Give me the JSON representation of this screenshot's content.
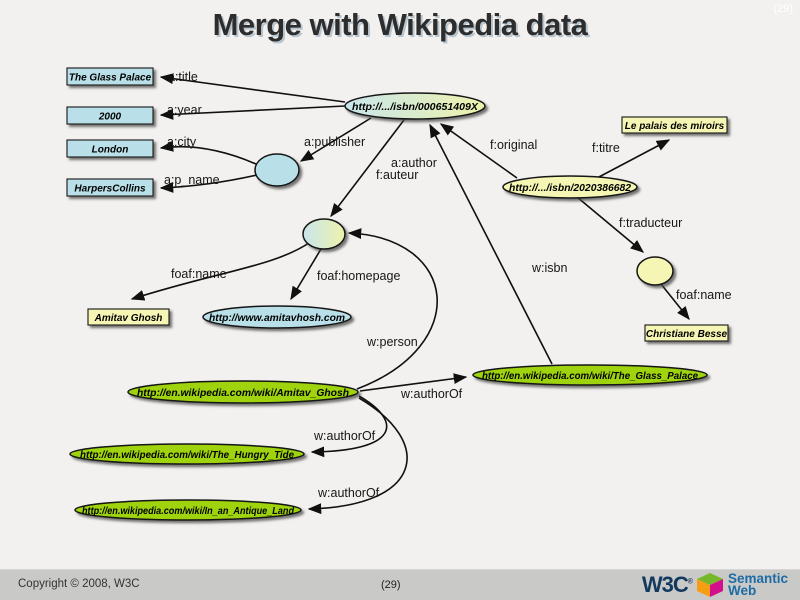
{
  "slide": {
    "title": "Merge with Wikipedia data",
    "corner_page_number": "(29)"
  },
  "footer": {
    "copyright": "Copyright © 2008, W3C",
    "page_number": "(29)",
    "logo": {
      "w3c": "W3C",
      "reg": "®",
      "semantic": "Semantic",
      "web": "Web"
    }
  },
  "graph": {
    "nodes": {
      "glass_palace": {
        "label": "The Glass Palace",
        "type": "literal"
      },
      "year_2000": {
        "label": "2000",
        "type": "literal"
      },
      "london": {
        "label": "London",
        "type": "literal"
      },
      "harpers": {
        "label": "HarpersCollins",
        "type": "literal"
      },
      "amitav": {
        "label": "Amitav Ghosh",
        "type": "literal"
      },
      "palais": {
        "label": "Le palais des miroirs",
        "type": "literal"
      },
      "christiane": {
        "label": "Christiane Besse",
        "type": "literal"
      },
      "isbn_en": {
        "label": "http://.../isbn/000651409X",
        "type": "uri"
      },
      "isbn_fr": {
        "label": "http://.../isbn/2020386682",
        "type": "uri"
      },
      "homepage": {
        "label": "http://www.amitavhosh.com",
        "type": "uri"
      },
      "wiki_ghosh": {
        "label": "http://en.wikipedia.com/wiki/Amitav_Ghosh",
        "type": "uri"
      },
      "wiki_palace": {
        "label": "http://en.wikipedia.com/wiki/The_Glass_Palace",
        "type": "uri"
      },
      "wiki_tide": {
        "label": "http://en.wikipedia.com/wiki/The_Hungry_Tide",
        "type": "uri"
      },
      "wiki_antique": {
        "label": "http://en.wikipedia.com/wiki/In_an_Antique_Land",
        "type": "uri"
      }
    },
    "labels": {
      "a_title": "a:title",
      "a_year": "a:year",
      "a_city": "a:city",
      "a_p_name": "a:p_name",
      "a_publisher": "a:publisher",
      "a_author": "a:author",
      "f_auteur": "f:auteur",
      "f_original": "f:original",
      "f_titre": "f:titre",
      "f_traducteur": "f:traducteur",
      "foaf_name_left": "foaf:name",
      "foaf_name_right": "foaf:name",
      "foaf_homepage": "foaf:homepage",
      "w_isbn": "w:isbn",
      "w_person": "w:person",
      "w_authorof_palace": "w:authorOf",
      "w_authorof_tide": "w:authorOf",
      "w_authorof_antique": "w:authorOf"
    },
    "colors": {
      "literal_blue": "#b9e0e8",
      "literal_yellow": "#f6f6b4",
      "wiki_green": "#9ed30b",
      "gradient_left": "#c8e5ec",
      "gradient_right": "#edf2ab",
      "background": "#f2f1ef",
      "footer_bar": "#c9c9c7",
      "logo_green": "#76b82a",
      "logo_orange": "#f59e14",
      "logo_magenta": "#d40f8c",
      "logo_blue": "#1d6ca6"
    }
  }
}
